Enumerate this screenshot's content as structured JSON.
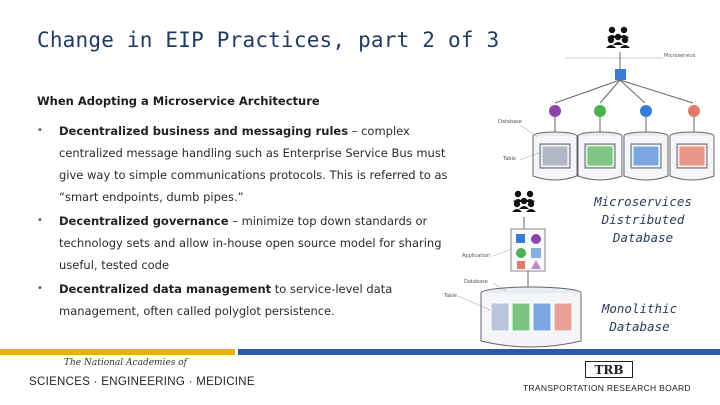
{
  "slide": {
    "title": "Change in EIP Practices, part 2 of 3",
    "subtitle": "When Adopting a Microservice Architecture",
    "bullets": [
      {
        "bold": "Decentralized business and messaging rules",
        "text": " – complex centralized message handling such as Enterprise Service Bus must give way to simple communications protocols. This is referred to as “smart endpoints, dumb pipes.”"
      },
      {
        "bold": "Decentralized governance",
        "text": " – minimize top down standards or technology sets and allow in-house open source model for sharing useful, tested code"
      },
      {
        "bold": "Decentralized data management",
        "text": " to service-level data management, often called polyglot persistence."
      }
    ],
    "bullet_glyph": "•"
  },
  "diagram": {
    "top": {
      "labels": {
        "microservice": "Microservice",
        "database": "Database",
        "table": "Table"
      },
      "caption": [
        "Microservices",
        "Distributed",
        "Database"
      ]
    },
    "bottom": {
      "labels": {
        "application": "Application",
        "database": "Database",
        "table": "Table"
      },
      "caption": [
        "Monolithic",
        "Database"
      ]
    },
    "icons": [
      "people-icon",
      "microservice-node-icon",
      "database-icon",
      "table-grid-icon"
    ],
    "colors": {
      "hub": "#3a7bd5",
      "green": "#4caf50",
      "purple": "#8e44ad",
      "grey": "#b0b8c4",
      "red": "#e07a6a"
    }
  },
  "footer": {
    "left_line1": "The National Academies of",
    "left_line2": "SCIENCES · ENGINEERING · MEDICINE",
    "trb": "TRB",
    "right": "TRANSPORTATION RESEARCH BOARD",
    "stripe_colors": {
      "gold": "#e8b10b",
      "blue": "#2a5aa6"
    }
  }
}
